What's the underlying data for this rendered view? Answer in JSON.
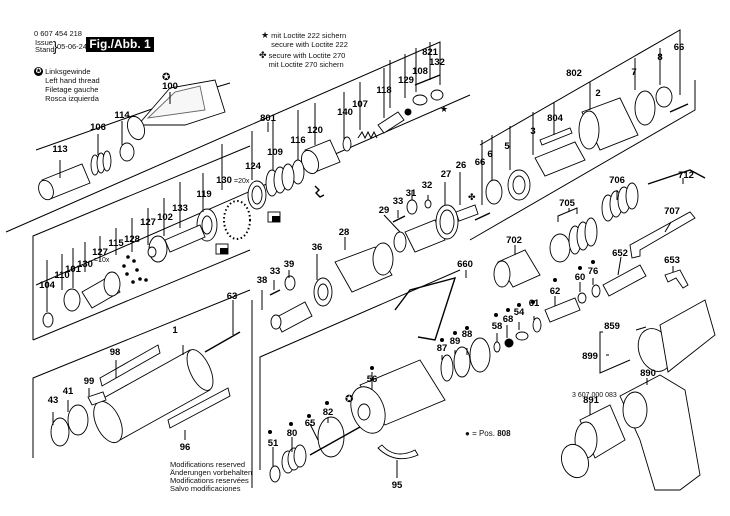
{
  "header": {
    "doc_number": "0 607 454 218",
    "issue_label": "Issue",
    "stand_label": "Stand",
    "date": "05-06-24",
    "figure_label": "Fig./Abb. 1"
  },
  "legend": {
    "left_hand_thread": [
      "Linksgewinde",
      "Left hand thread",
      "Filetage gauche",
      "Rosca izquierda"
    ],
    "loctite_222": [
      "mit Loctite 222 sichern",
      "secure with Loctite 222"
    ],
    "loctite_270": [
      "secure with Loctite 270",
      "mit Loctite 270 sichern"
    ],
    "pos_note": "= Pos.",
    "pos_value": "808"
  },
  "footer": {
    "modifications": [
      "Modifications reserved",
      "Änderungen vorbehalten",
      "Modifications reservées",
      "Salvo modificaciones"
    ]
  },
  "part_number_891": "3 607 000 083",
  "labels": {
    "p821": "821",
    "p132": "132",
    "p108": "108",
    "p129": "129",
    "p118": "118",
    "p107": "107",
    "p140": "140",
    "p120": "120",
    "p116": "116",
    "p109": "109",
    "p801": "801",
    "p124": "124",
    "p130a": "130",
    "p130a_qty": "=20x",
    "p100": "100",
    "p114": "114",
    "p106": "106",
    "p113": "113",
    "p119": "119",
    "p133": "133",
    "p102": "102",
    "p127a": "127",
    "p128": "128",
    "p115": "115",
    "p127b": "127",
    "p127b_qty": "=10x",
    "p130b": "130",
    "p101": "101",
    "p110": "110",
    "p104": "104",
    "p802": "802",
    "p804": "804",
    "p3": "3",
    "p2": "2",
    "p7": "7",
    "p8": "8",
    "p66a": "66",
    "p5": "5",
    "p6": "6",
    "p66b": "66",
    "p26": "26",
    "p27": "27",
    "p32": "32",
    "p31": "31",
    "p33a": "33",
    "p29": "29",
    "p28": "28",
    "p36": "36",
    "p39": "39",
    "p33b": "33",
    "p38": "38",
    "p63": "63",
    "p712": "712",
    "p706": "706",
    "p705": "705",
    "p707": "707",
    "p702": "702",
    "p652": "652",
    "p653": "653",
    "p76": "76",
    "p60": "60",
    "p62": "62",
    "p61": "61",
    "p54": "54",
    "p68": "68",
    "p58": "58",
    "p88": "88",
    "p89": "89",
    "p87": "87",
    "p660": "660",
    "p859": "859",
    "p899": "899",
    "p890": "890",
    "p891": "891",
    "p1": "1",
    "p98": "98",
    "p99": "99",
    "p41": "41",
    "p43": "43",
    "p96": "96",
    "p56": "56",
    "p82": "82",
    "p65": "65",
    "p80": "80",
    "p51": "51",
    "p95": "95"
  }
}
